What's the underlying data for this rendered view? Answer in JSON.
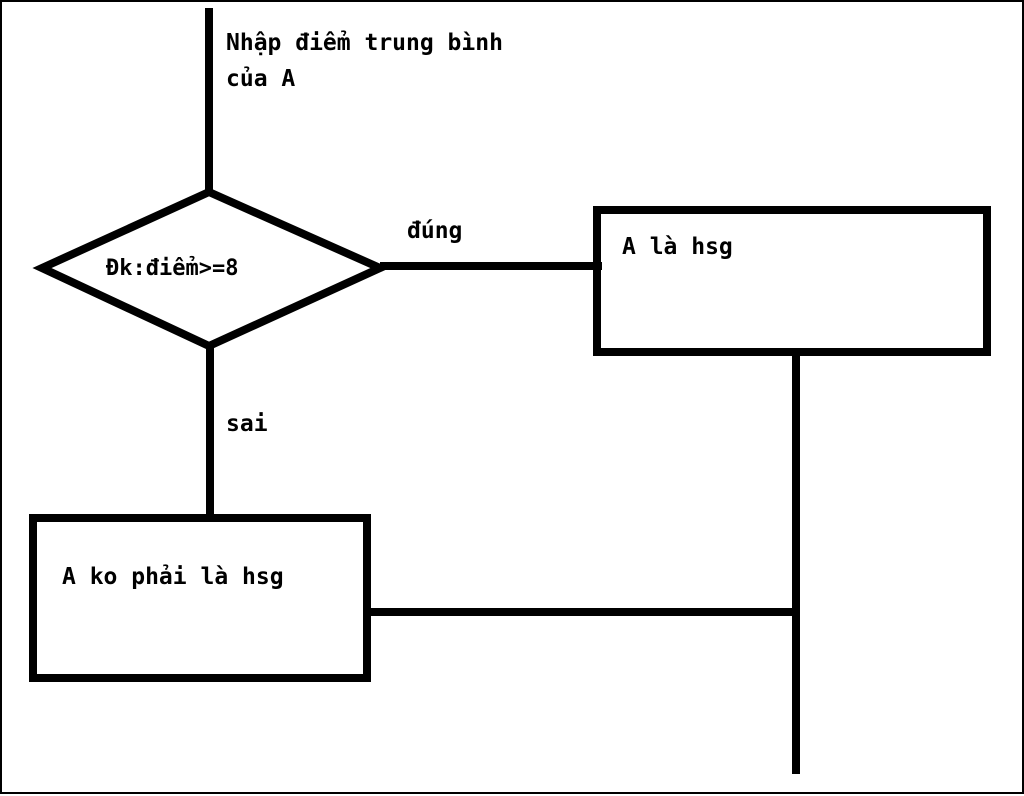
{
  "input_label": {
    "line1": "Nhập điểm trung bình",
    "line2": "của A"
  },
  "decision": {
    "condition": "Đk:điểm>=8"
  },
  "branch_true": {
    "label": "đúng",
    "result": "A là hsg"
  },
  "branch_false": {
    "label": "sai",
    "result": "A ko phải là hsg"
  },
  "colors": {
    "stroke": "#000000",
    "background": "#ffffff"
  }
}
